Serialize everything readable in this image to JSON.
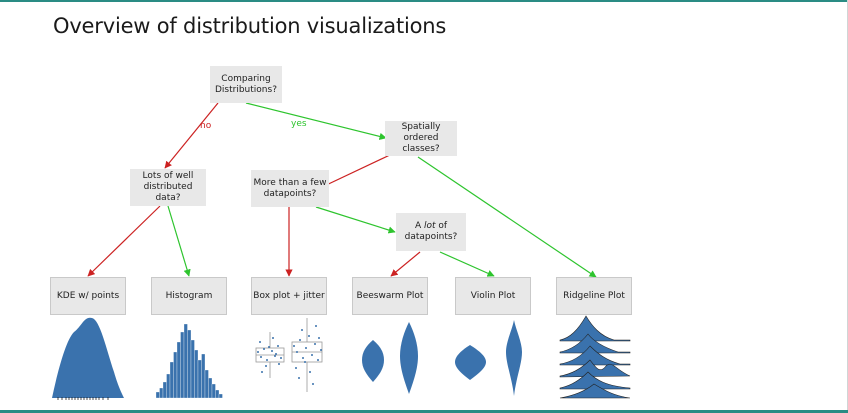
{
  "title": "Overview of distribution visualizations",
  "colors": {
    "yes": "#2ec42e",
    "no": "#cc2222",
    "plot": "#3a72ad",
    "box_bg": "#e8e8e8",
    "accent": "#2a8c84"
  },
  "decisions": {
    "comparing": {
      "line1": "Comparing",
      "line2": "Distributions?"
    },
    "spatial": {
      "line1": "Spatially ordered",
      "line2": "classes?"
    },
    "well_distributed": {
      "line1": "Lots of well",
      "line2": "distributed data?"
    },
    "few_points": {
      "line1": "More than a few",
      "line2": "datapoints?"
    },
    "a_lot": {
      "pre": "A ",
      "em": "lot",
      "post": " of",
      "line2": "datapoints?"
    }
  },
  "edge_labels": {
    "no": "no",
    "yes": "yes"
  },
  "leaves": {
    "kde": "KDE w/ points",
    "histogram": "Histogram",
    "boxplot": "Box plot + jitter",
    "beeswarm": "Beeswarm Plot",
    "violin": "Violin Plot",
    "ridgeline": "Ridgeline Plot"
  }
}
